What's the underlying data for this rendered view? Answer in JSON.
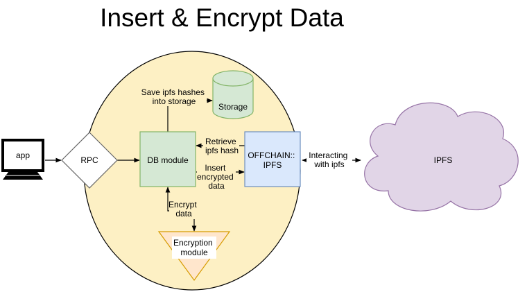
{
  "title": "Insert & Encrypt Data",
  "nodes": {
    "app": "app",
    "rpc": "RPC",
    "db_module": "DB module",
    "storage": "Storage",
    "offchain": [
      "OFFCHAIN::",
      "IPFS"
    ],
    "encryption": [
      "Encryption",
      "module"
    ],
    "ipfs": "IPFS"
  },
  "edges": {
    "save_hashes": [
      "Save ipfs hashes",
      "into storage"
    ],
    "retrieve": [
      "Retrieve",
      "ipfs hash"
    ],
    "insert": [
      "Insert",
      "encrypted",
      "data"
    ],
    "interacting": [
      "Interacting",
      "with ipfs"
    ],
    "encrypt": [
      "Encrypt",
      "data"
    ]
  },
  "colors": {
    "ellipse_fill": "#fdf0c4",
    "ellipse_stroke": "#000000",
    "db_fill": "#d5e8d4",
    "db_stroke": "#82b366",
    "offchain_fill": "#dae8fc",
    "offchain_stroke": "#6c8ebf",
    "storage_fill": "#d5e8d4",
    "storage_stroke": "#82b366",
    "encryption_fill": "#ffe6cc",
    "encryption_stroke": "#d79b00",
    "ipfs_fill": "#e1d5e7",
    "ipfs_stroke": "#9673a6",
    "rpc_fill": "#ffffff",
    "rpc_stroke": "#666666"
  }
}
